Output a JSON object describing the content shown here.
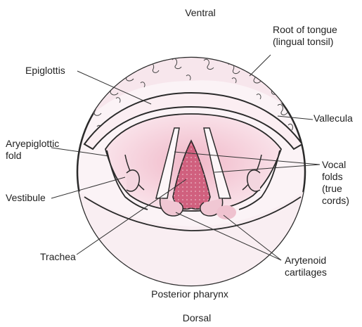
{
  "title_top": "Ventral",
  "title_bottom": "Dorsal",
  "label_posterior": "Posterior pharynx",
  "labels": {
    "root_tongue_1": "Root of tongue",
    "root_tongue_2": "(lingual tonsil)",
    "epiglottis": "Epiglottis",
    "vallecula": "Vallecula",
    "aryepiglottic_1": "Aryepiglottic",
    "aryepiglottic_2": "fold",
    "vestibule": "Vestibule",
    "vocal_1": "Vocal",
    "vocal_2": "folds",
    "vocal_3": "(true",
    "vocal_4": "cords)",
    "trachea": "Trachea",
    "arytenoid_1": "Arytenoid",
    "arytenoid_2": "cartilages"
  },
  "colors": {
    "outline": "#2a2a2a",
    "tissue": "#f4dfe6",
    "tissue_light": "#fbeef2",
    "trachea": "#d0607e",
    "leader": "#333333"
  }
}
